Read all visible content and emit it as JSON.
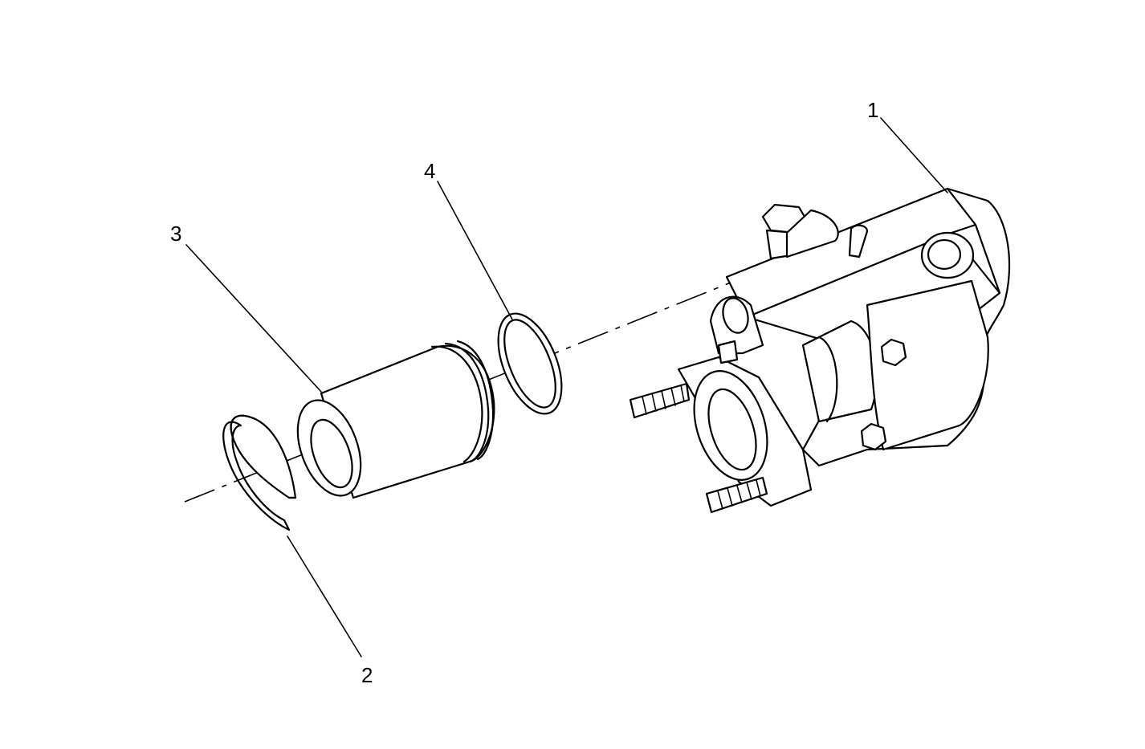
{
  "callouts": [
    {
      "id": "1",
      "label": "1"
    },
    {
      "id": "2",
      "label": "2"
    },
    {
      "id": "3",
      "label": "3"
    },
    {
      "id": "4",
      "label": "4"
    }
  ],
  "colors": {
    "line": "#000000",
    "background": "#ffffff"
  },
  "icons": [
    "pump-body",
    "retaining-ring",
    "piston",
    "seal-ring",
    "threaded-stud",
    "hex-bolt"
  ]
}
